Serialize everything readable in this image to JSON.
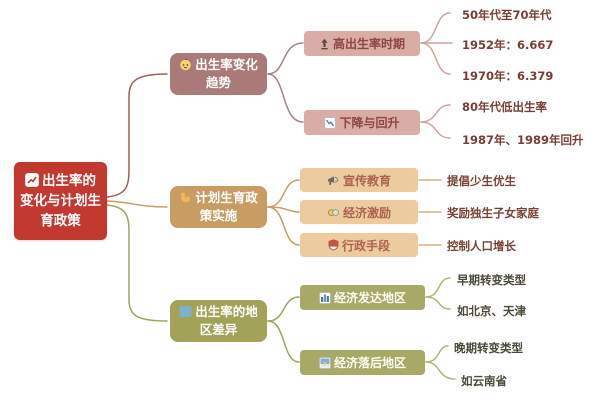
{
  "mindmap": {
    "root": {
      "label": "出生率的变化与计划生育政策",
      "icon": "chart-up-icon"
    },
    "branches": [
      {
        "label": "出生率变化趋势",
        "icon": "baby-icon",
        "children": [
          {
            "label": "高出生率时期",
            "icon": "top-arrow-icon",
            "leaves": [
              "50年代至70年代",
              "1952年：6.667",
              "1970年：6.379"
            ]
          },
          {
            "label": "下降与回升",
            "icon": "chart-down-icon",
            "leaves": [
              "80年代低出生率",
              "1987年、1989年回升"
            ]
          }
        ]
      },
      {
        "label": "计划生育政策实施",
        "icon": "muscle-icon",
        "children": [
          {
            "label": "宣传教育",
            "icon": "megaphone-icon",
            "leaves": [
              "提倡少生优生"
            ]
          },
          {
            "label": "经济激励",
            "icon": "coins-icon",
            "leaves": [
              "奖励独生子女家庭"
            ]
          },
          {
            "label": "行政手段",
            "icon": "shield-icon",
            "leaves": [
              "控制人口增长"
            ]
          }
        ]
      },
      {
        "label": "出生率的地区差异",
        "icon": "world-map-icon",
        "children": [
          {
            "label": "经济发达地区",
            "icon": "city-chart-icon",
            "leaves": [
              "早期转变类型",
              "如北京、天津"
            ]
          },
          {
            "label": "经济落后地区",
            "icon": "sunrise-icon",
            "leaves": [
              "晚期转变类型",
              "如云南省"
            ]
          }
        ]
      }
    ]
  },
  "colors": {
    "background": "#ffffff",
    "root_bg": "#c2392f",
    "branch1_bg": "#aa7a78",
    "branch1_sub_bg": "#d9aca6",
    "branch1_text": "#8d4640",
    "branch2_bg": "#c99c64",
    "branch2_sub_bg": "#eccb9e",
    "branch2_text": "#ad6350",
    "branch3_bg": "#a2a258",
    "branch3_sub_bg": "#a9a967",
    "leaf1_text": "#7d3b35",
    "leaf2_text": "#7a4136",
    "leaf3_text": "#4a4a38"
  }
}
